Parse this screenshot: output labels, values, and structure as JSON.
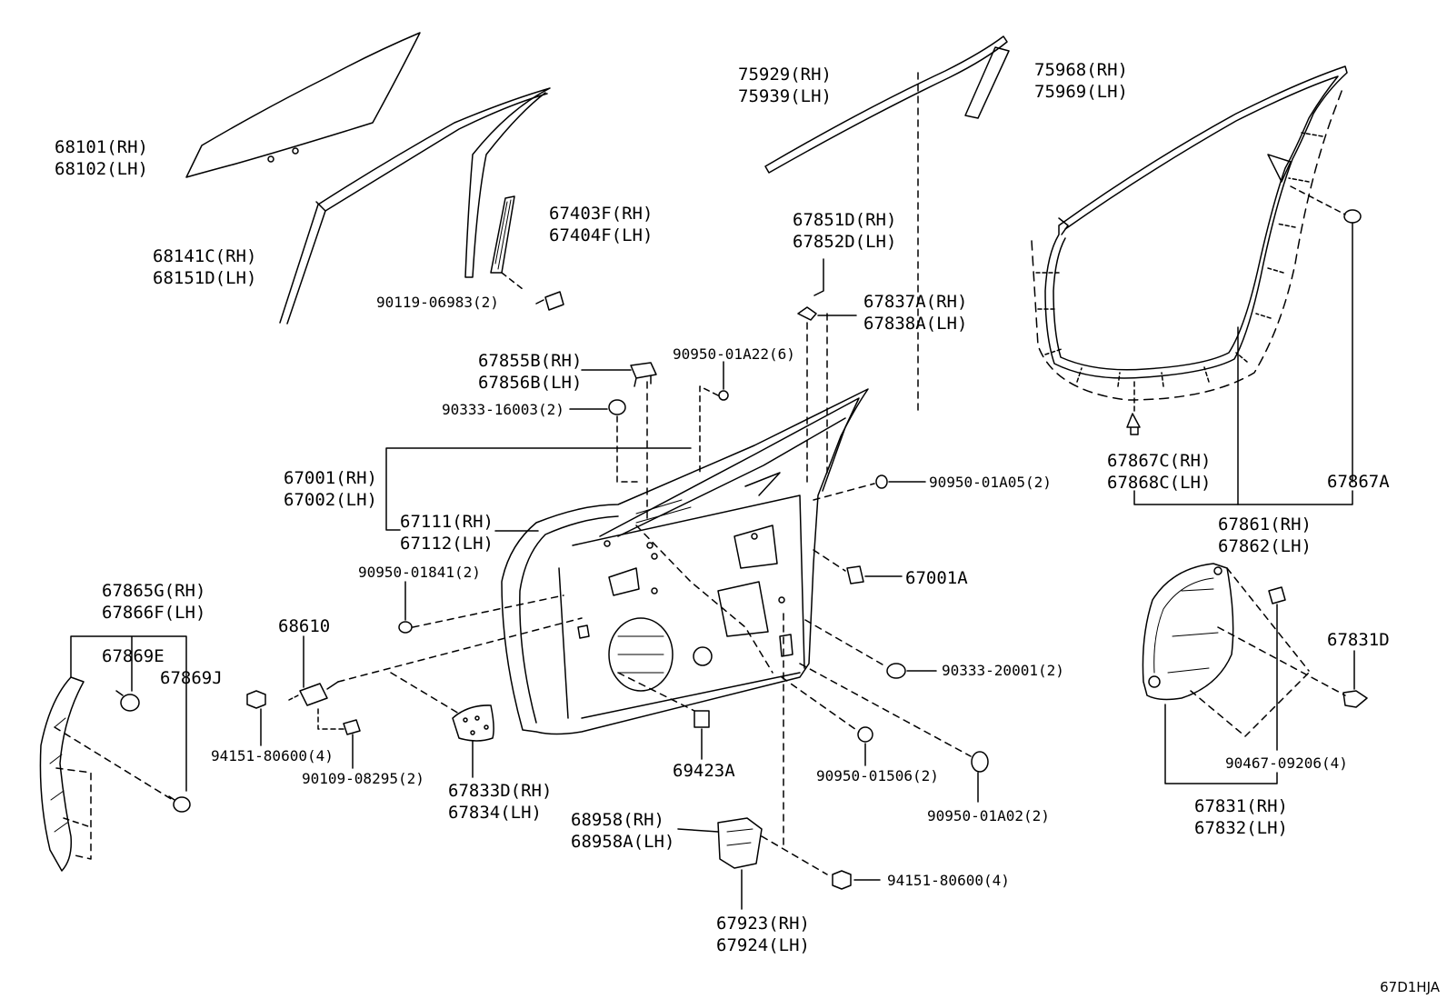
{
  "diagram_code": "67D1HJA",
  "labels": {
    "l68101": [
      "68101(RH)",
      "68102(LH)"
    ],
    "l68141": [
      "68141C(RH)",
      "68151D(LH)"
    ],
    "l67403": [
      "67403F(RH)",
      "67404F(LH)"
    ],
    "l90119": [
      "90119-06983(2)"
    ],
    "l75929": [
      "75929(RH)",
      "75939(LH)"
    ],
    "l75968": [
      "75968(RH)",
      "75969(LH)"
    ],
    "l67851": [
      "67851D(RH)",
      "67852D(LH)"
    ],
    "l67837": [
      "67837A(RH)",
      "67838A(LH)"
    ],
    "l67855": [
      "67855B(RH)",
      "67856B(LH)"
    ],
    "l9095001A22": [
      "90950-01A22(6)"
    ],
    "l90333_16003": [
      "90333-16003(2)"
    ],
    "l67001": [
      "67001(RH)",
      "67002(LH)"
    ],
    "l67111": [
      "67111(RH)",
      "67112(LH)"
    ],
    "l9095001A05": [
      "90950-01A05(2)"
    ],
    "l67867C": [
      "67867C(RH)",
      "67868C(LH)"
    ],
    "l67867A": [
      "67867A"
    ],
    "l67861": [
      "67861(RH)",
      "67862(LH)"
    ],
    "l90950_01841": [
      "90950-01841(2)"
    ],
    "l67001A": [
      "67001A"
    ],
    "l67865": [
      "67865G(RH)",
      "67866F(LH)"
    ],
    "l67869E": [
      "67869E"
    ],
    "l67869J": [
      "67869J"
    ],
    "l68610": [
      "68610"
    ],
    "l90333_20001": [
      "90333-20001(2)"
    ],
    "l67831D": [
      "67831D"
    ],
    "l94151a": [
      "94151-80600(4)"
    ],
    "l90109": [
      "90109-08295(2)"
    ],
    "l67833": [
      "67833D(RH)",
      "67834(LH)"
    ],
    "l69423A": [
      "69423A"
    ],
    "l90950_01506": [
      "90950-01506(2)"
    ],
    "l9095001A02": [
      "90950-01A02(2)"
    ],
    "l90467": [
      "90467-09206(4)"
    ],
    "l67831": [
      "67831(RH)",
      "67832(LH)"
    ],
    "l68958": [
      "68958(RH)",
      "68958A(LH)"
    ],
    "l94151b": [
      "94151-80600(4)"
    ],
    "l67923": [
      "67923(RH)",
      "67924(LH)"
    ]
  }
}
